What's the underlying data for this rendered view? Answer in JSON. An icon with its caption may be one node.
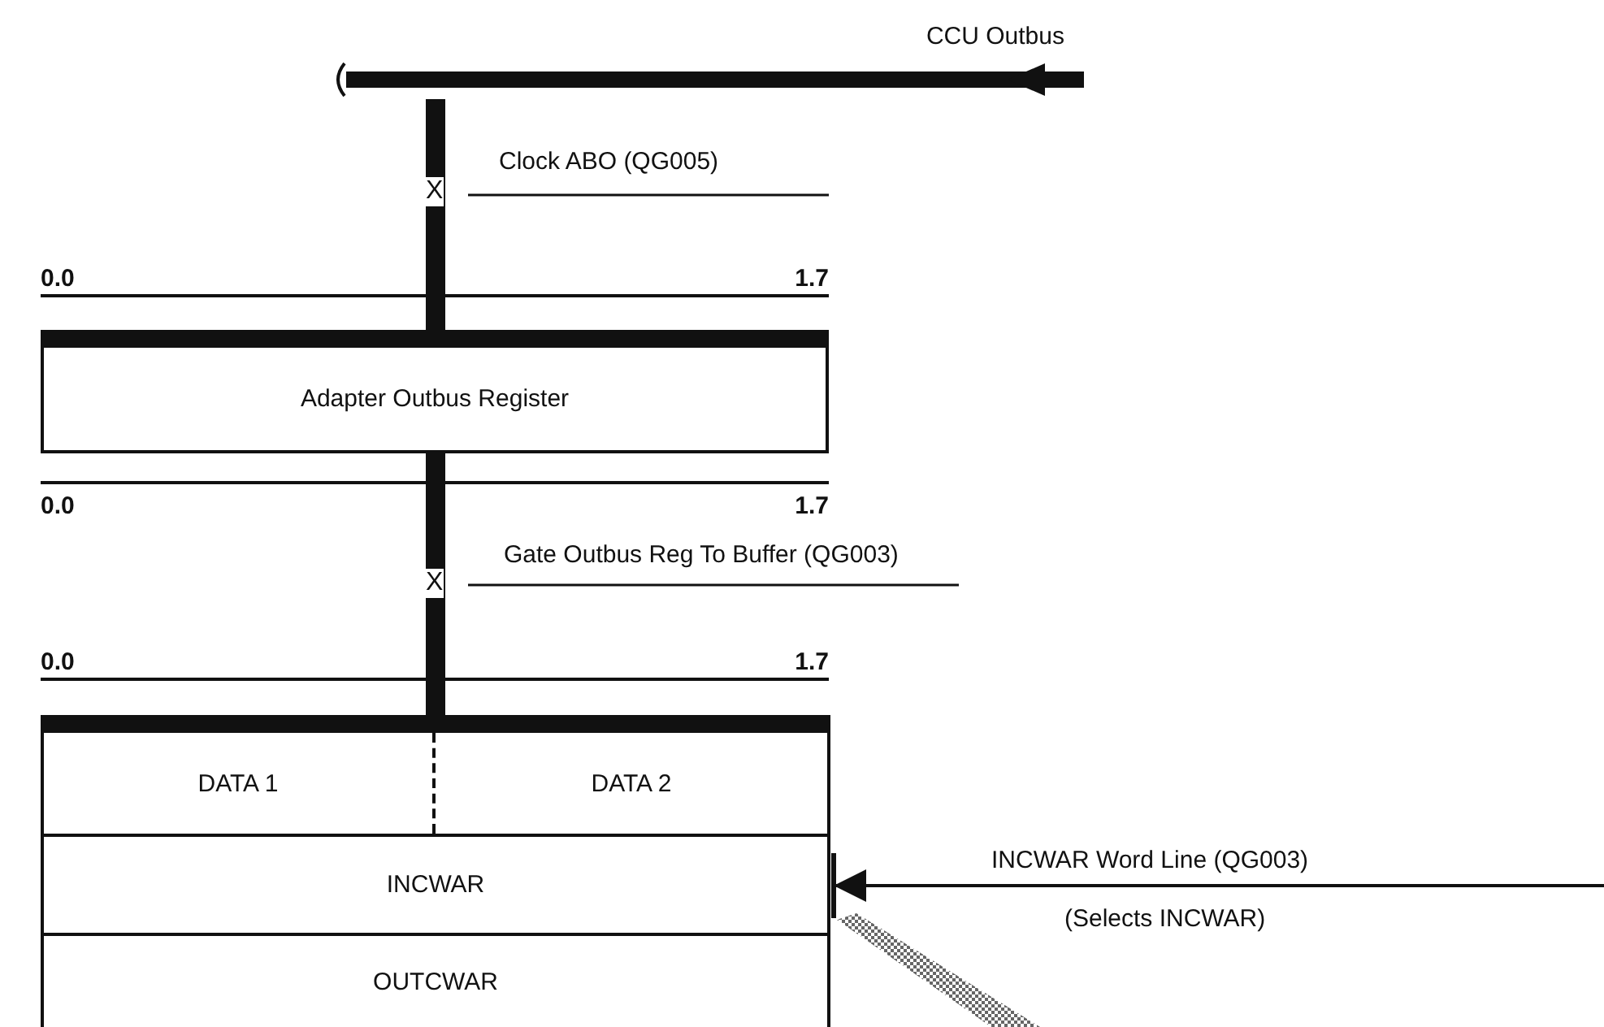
{
  "diagram": {
    "nodes": [
      {
        "text": [
          "CCU Outbus"
        ]
      },
      {
        "text": [
          "Adapter Outbus Register"
        ]
      },
      {
        "text": [],
        "shape": "box"
      },
      {
        "text": [
          "DATA 1"
        ],
        "in": 2
      },
      {
        "text": [
          "DATA 2"
        ],
        "in": 2
      },
      {
        "text": [
          "INCWAR"
        ],
        "in": 2
      },
      {
        "text": [
          "OUTCWAR"
        ],
        "in": 2
      },
      {
        "text": [],
        "shape": "bar"
      }
    ],
    "edges": [
      {
        "from": 0,
        "to": 1,
        "arrow": "none",
        "label": "Clock ABO (QG005)"
      },
      {
        "from": 1,
        "to": 2,
        "arrow": "none",
        "label": "Gate Outbus Reg To Buffer (QG003)"
      },
      {
        "from": null,
        "to": 5,
        "arrow": "to",
        "label": "INCWAR Word Line (QG003)"
      }
    ],
    "labels": [
      "X",
      "0.0",
      "1.7",
      "0.0",
      "1.7",
      "X",
      "0.0",
      "1.7",
      "(Selects INCWAR)"
    ]
  }
}
